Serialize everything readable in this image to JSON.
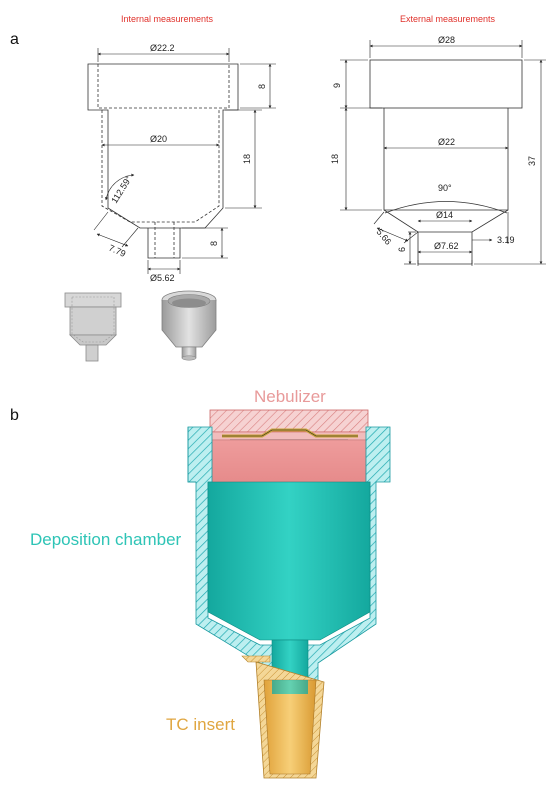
{
  "panel_a": {
    "letter": "a",
    "internal_title": "Internal measurements",
    "external_title": "External measurements",
    "internal": {
      "d_top": "Ø22.2",
      "h_top": "8",
      "d_body": "Ø20",
      "h_body": "18",
      "angle": "112.59°",
      "slant": "7.79",
      "h_nozzle": "8",
      "d_nozzle": "Ø5.62"
    },
    "external": {
      "d_top": "Ø28",
      "h_top": "9",
      "d_body": "Ø22",
      "h_body": "18",
      "total": "37",
      "angle": "90°",
      "d_cone": "Ø14",
      "slant": "5.66",
      "h_nozzle": "6",
      "d_nozzle": "Ø7.62",
      "offset": "3.19"
    }
  },
  "panel_b": {
    "letter": "b",
    "nebulizer": "Nebulizer",
    "deposition": "Deposition chamber",
    "tc_insert": "TC insert"
  },
  "colors": {
    "nebulizer": "#e89a9a",
    "chamber": "#2ec4b6",
    "insert": "#e0a640",
    "title_red": "#e0312b"
  }
}
